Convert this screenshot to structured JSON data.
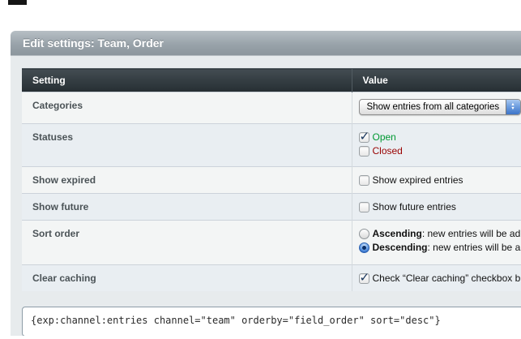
{
  "window": {
    "title": "Edit settings: Team, Order"
  },
  "colors": {
    "panel_title_bar": "#99a3aa",
    "table_header": "#343d42",
    "row_odd": "#f3f5f5",
    "row_even": "#e9eef2",
    "status_open": "#009933",
    "status_closed": "#990000",
    "stepper_blue": "#3d74c8"
  },
  "table": {
    "columns": {
      "setting": "Setting",
      "value": "Value"
    },
    "rows": {
      "categories": {
        "setting": "Categories",
        "select_value": "Show entries from all categories",
        "stepper_up": "▲",
        "stepper_down": "▼"
      },
      "statuses": {
        "setting": "Statuses",
        "open": {
          "label": "Open",
          "checked": true
        },
        "closed": {
          "label": "Closed",
          "checked": false
        }
      },
      "show_expired": {
        "setting": "Show expired",
        "label": "Show expired entries",
        "checked": false
      },
      "show_future": {
        "setting": "Show future",
        "label": "Show future entries",
        "checked": false
      },
      "sort_order": {
        "setting": "Sort order",
        "ascending": {
          "name": "Ascending",
          "desc": ": new entries will be ad",
          "selected": false
        },
        "descending": {
          "name": "Descending",
          "desc": ": new entries will be a",
          "selected": true
        }
      },
      "clear_caching": {
        "setting": "Clear caching",
        "label": "Check “Clear caching” checkbox b",
        "checked": true
      }
    }
  },
  "code_snippet": "{exp:channel:entries channel=\"team\" orderby=\"field_order\" sort=\"desc\"}"
}
